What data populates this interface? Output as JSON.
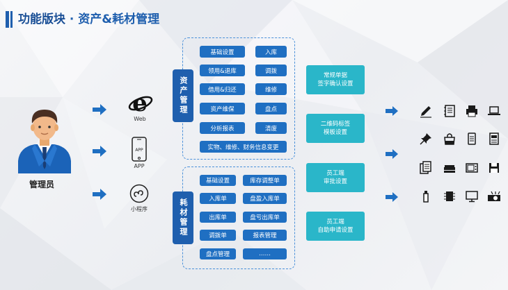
{
  "title": {
    "part1": "功能版块",
    "part2": " · 资产&耗材管理"
  },
  "user": {
    "label": "管理员"
  },
  "channels": [
    {
      "label": "Web",
      "icon": "ie-browser-icon"
    },
    {
      "label": "APP",
      "icon": "app-phone-icon"
    },
    {
      "label": "小程序",
      "icon": "mini-program-icon"
    }
  ],
  "asset_group": {
    "title": "资产管理",
    "items": [
      "基础设置",
      "入库",
      "领用&退库",
      "调拨",
      "借用&归还",
      "维修",
      "资产维保",
      "盘点",
      "分析报表",
      "清废",
      "实物、维修、财务信息变更"
    ]
  },
  "consumable_group": {
    "title": "耗材管理",
    "items": [
      "基础设置",
      "库存调整单",
      "入库单",
      "盘盈入库单",
      "出库单",
      "盘亏出库单",
      "调拨单",
      "报表管理",
      "盘点管理",
      "……"
    ]
  },
  "configs": [
    {
      "line1": "常规单据",
      "line2": "签字确认设置"
    },
    {
      "line1": "二维码标签",
      "line2": "模板设置"
    },
    {
      "line1": "员工端",
      "line2": "审批设置"
    },
    {
      "line1": "员工端",
      "line2": "自助申请设置"
    }
  ],
  "devices": [
    "pen-icon",
    "notepad-icon",
    "printer-icon",
    "laptop-icon",
    "pin-icon",
    "bag-icon",
    "phone-icon",
    "cabinet-icon",
    "documents-icon",
    "stapler-icon",
    "oven-icon",
    "floppy-icon",
    "marker-icon",
    "chip-icon",
    "monitor-icon",
    "projector-icon"
  ],
  "colors": {
    "primary": "#1f5fae",
    "chip": "#1f6fc2",
    "config": "#2ab6c9",
    "dash": "#4a90d9"
  }
}
